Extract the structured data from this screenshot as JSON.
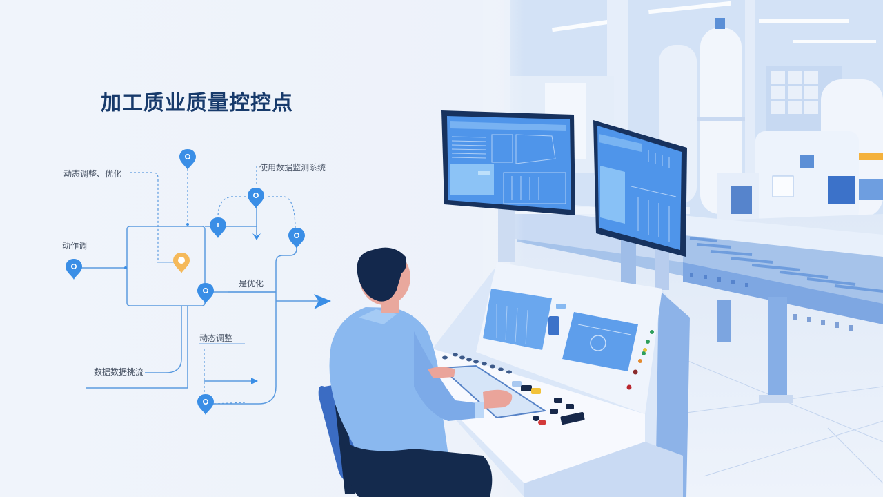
{
  "title": "加工质业质量控控点",
  "diagram": {
    "labels": [
      {
        "id": "top-left",
        "text": "动态调整、优化"
      },
      {
        "id": "top-right",
        "text": "使用数据监测系统"
      },
      {
        "id": "left-mid",
        "text": "动作调"
      },
      {
        "id": "mid-right",
        "text": "是优化"
      },
      {
        "id": "center-low",
        "text": "动态调整"
      },
      {
        "id": "bottom-left",
        "text": "数据数据挑流"
      }
    ],
    "pins": [
      {
        "id": "pin-top",
        "glyph": "0",
        "color": "#3a8ee6"
      },
      {
        "id": "pin-upper-mid",
        "glyph": "0",
        "color": "#3a8ee6"
      },
      {
        "id": "pin-junction",
        "glyph": "1",
        "color": "#3a8ee6"
      },
      {
        "id": "pin-right",
        "glyph": "0",
        "color": "#3a8ee6"
      },
      {
        "id": "pin-left",
        "glyph": "0",
        "color": "#3a8ee6"
      },
      {
        "id": "pin-center",
        "glyph": "",
        "color": "#f5b95a"
      },
      {
        "id": "pin-box-corner",
        "glyph": "0",
        "color": "#3a8ee6"
      },
      {
        "id": "pin-bottom",
        "glyph": "0",
        "color": "#3a8ee6"
      }
    ]
  },
  "colors": {
    "accent": "#3a8ee6",
    "line": "#5b9be0",
    "highlight": "#f5b95a",
    "title": "#173a6b",
    "screen": "#4f95ea",
    "monitor_frame": "#17325e"
  },
  "scene": {
    "person": "operator-seated-back-view",
    "monitors": 2,
    "console_indicators": [
      "#2e9e5b",
      "#2e9e5b",
      "#e6c23a",
      "#2e9e5b",
      "#e38a2e",
      "#8b2b2b",
      "#b9262e"
    ]
  }
}
